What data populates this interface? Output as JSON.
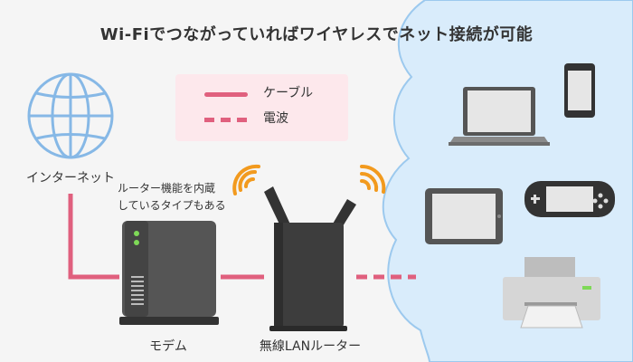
{
  "title": "Wi-Fiでつながっていればワイヤレスでネット接続が可能",
  "legend": {
    "cable": "ケーブル",
    "wave": "電波"
  },
  "labels": {
    "internet": "インターネット",
    "modem_note_line1": "ルーター機能を内蔵",
    "modem_note_line2": "しているタイプもある",
    "modem": "モデム",
    "router": "無線LANルーター"
  },
  "colors": {
    "cable": "#e0607e",
    "wifi_signal": "#f29a1e",
    "globe": "#86b8e6",
    "cloud": "#d9ecfb",
    "cloud_outline": "#9cc9ee",
    "device_dark": "#444444"
  },
  "icons": [
    "globe-icon",
    "modem-icon",
    "router-icon",
    "wifi-signal-icon",
    "laptop-icon",
    "smartphone-icon",
    "tablet-icon",
    "game-console-icon",
    "printer-icon"
  ]
}
